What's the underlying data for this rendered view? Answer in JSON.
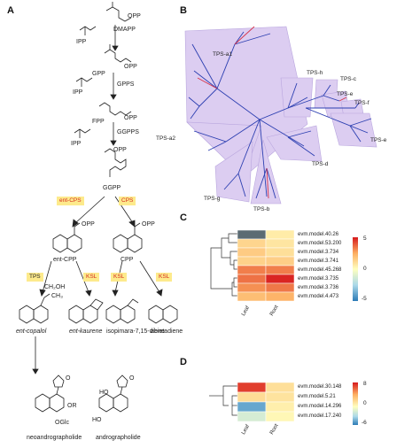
{
  "panels": {
    "a": "A",
    "b": "B",
    "c": "C",
    "d": "D"
  },
  "pathway": {
    "dmapp": "DMAPP",
    "ipp1": "IPP",
    "ipp2": "IPP",
    "ipp3": "IPP",
    "opp_top": "OPP",
    "opp_gpp": "OPP",
    "opp_fpp": "OPP",
    "opp_ggpp": "OPP",
    "gpp": "GPP",
    "gpps": "GPPS",
    "fpp": "FPP",
    "ggpps": "GGPPS",
    "ggpp": "GGPP",
    "ent_cps": "ent-CPS",
    "cps": "CPS",
    "opp_entcpp": "OPP",
    "opp_cpp": "OPP",
    "ent_cpp": "ent-CPP",
    "cpp": "CPP",
    "tps": "TPS",
    "ksl1": "KSL",
    "ksl2": "KSL",
    "ksl3": "KSL",
    "ch2oh": "CH₂OH",
    "ch3": "CH₃",
    "ent_copalol": "ent-copalol",
    "ent_kaurene": "ent-kaurene",
    "isopimara": "isopimara-7,15-diene",
    "abietadiene": "abietadiene",
    "or": "OR",
    "oglc": "OGlc",
    "ho": "HO",
    "ho2": "HO",
    "o1": "O",
    "o2": "O",
    "neoandrographolide": "neoandrographolide",
    "andrographolide": "andrographolide"
  },
  "tree": {
    "clades": [
      "TPS-a1",
      "TPS-a2",
      "TPS-g",
      "TPS-b",
      "TPS-d",
      "TPS-h",
      "TPS-c",
      "TPS-e",
      "TPS-f",
      "TPS-e"
    ]
  },
  "heatmap_c": {
    "rows": [
      "evm.model.40.26",
      "evm.model.53.200",
      "evm.model.3.734",
      "evm.model.3.741",
      "evm.model.45.268",
      "evm.model.3.735",
      "evm.model.3.736",
      "evm.model.4.473"
    ],
    "cols": [
      "Leaf",
      "Root"
    ],
    "values": [
      [
        null,
        0.6
      ],
      [
        1.3,
        0.8
      ],
      [
        1.6,
        1.0
      ],
      [
        1.4,
        1.5
      ],
      [
        3.3,
        3.3
      ],
      [
        3.5,
        4.8
      ],
      [
        3.0,
        3.4
      ],
      [
        2.0,
        2.3
      ]
    ],
    "scale": {
      "min": -5,
      "max": 5,
      "ticks": [
        "5",
        "0",
        "-5"
      ]
    },
    "na_color": "#5b6b73"
  },
  "heatmap_d": {
    "rows": [
      "evm.model.30.148",
      "evm.model.5.21",
      "evm.model.14.296",
      "evm.model.17.240"
    ],
    "cols": [
      "Leaf",
      "Root"
    ],
    "values": [
      [
        7.0,
        1.6
      ],
      [
        1.8,
        1.4
      ],
      [
        -4.6,
        0.8
      ],
      [
        -1.5,
        0.4
      ]
    ],
    "scale": {
      "min": -6,
      "max": 8,
      "ticks": [
        "8",
        "0",
        "-6"
      ]
    }
  }
}
